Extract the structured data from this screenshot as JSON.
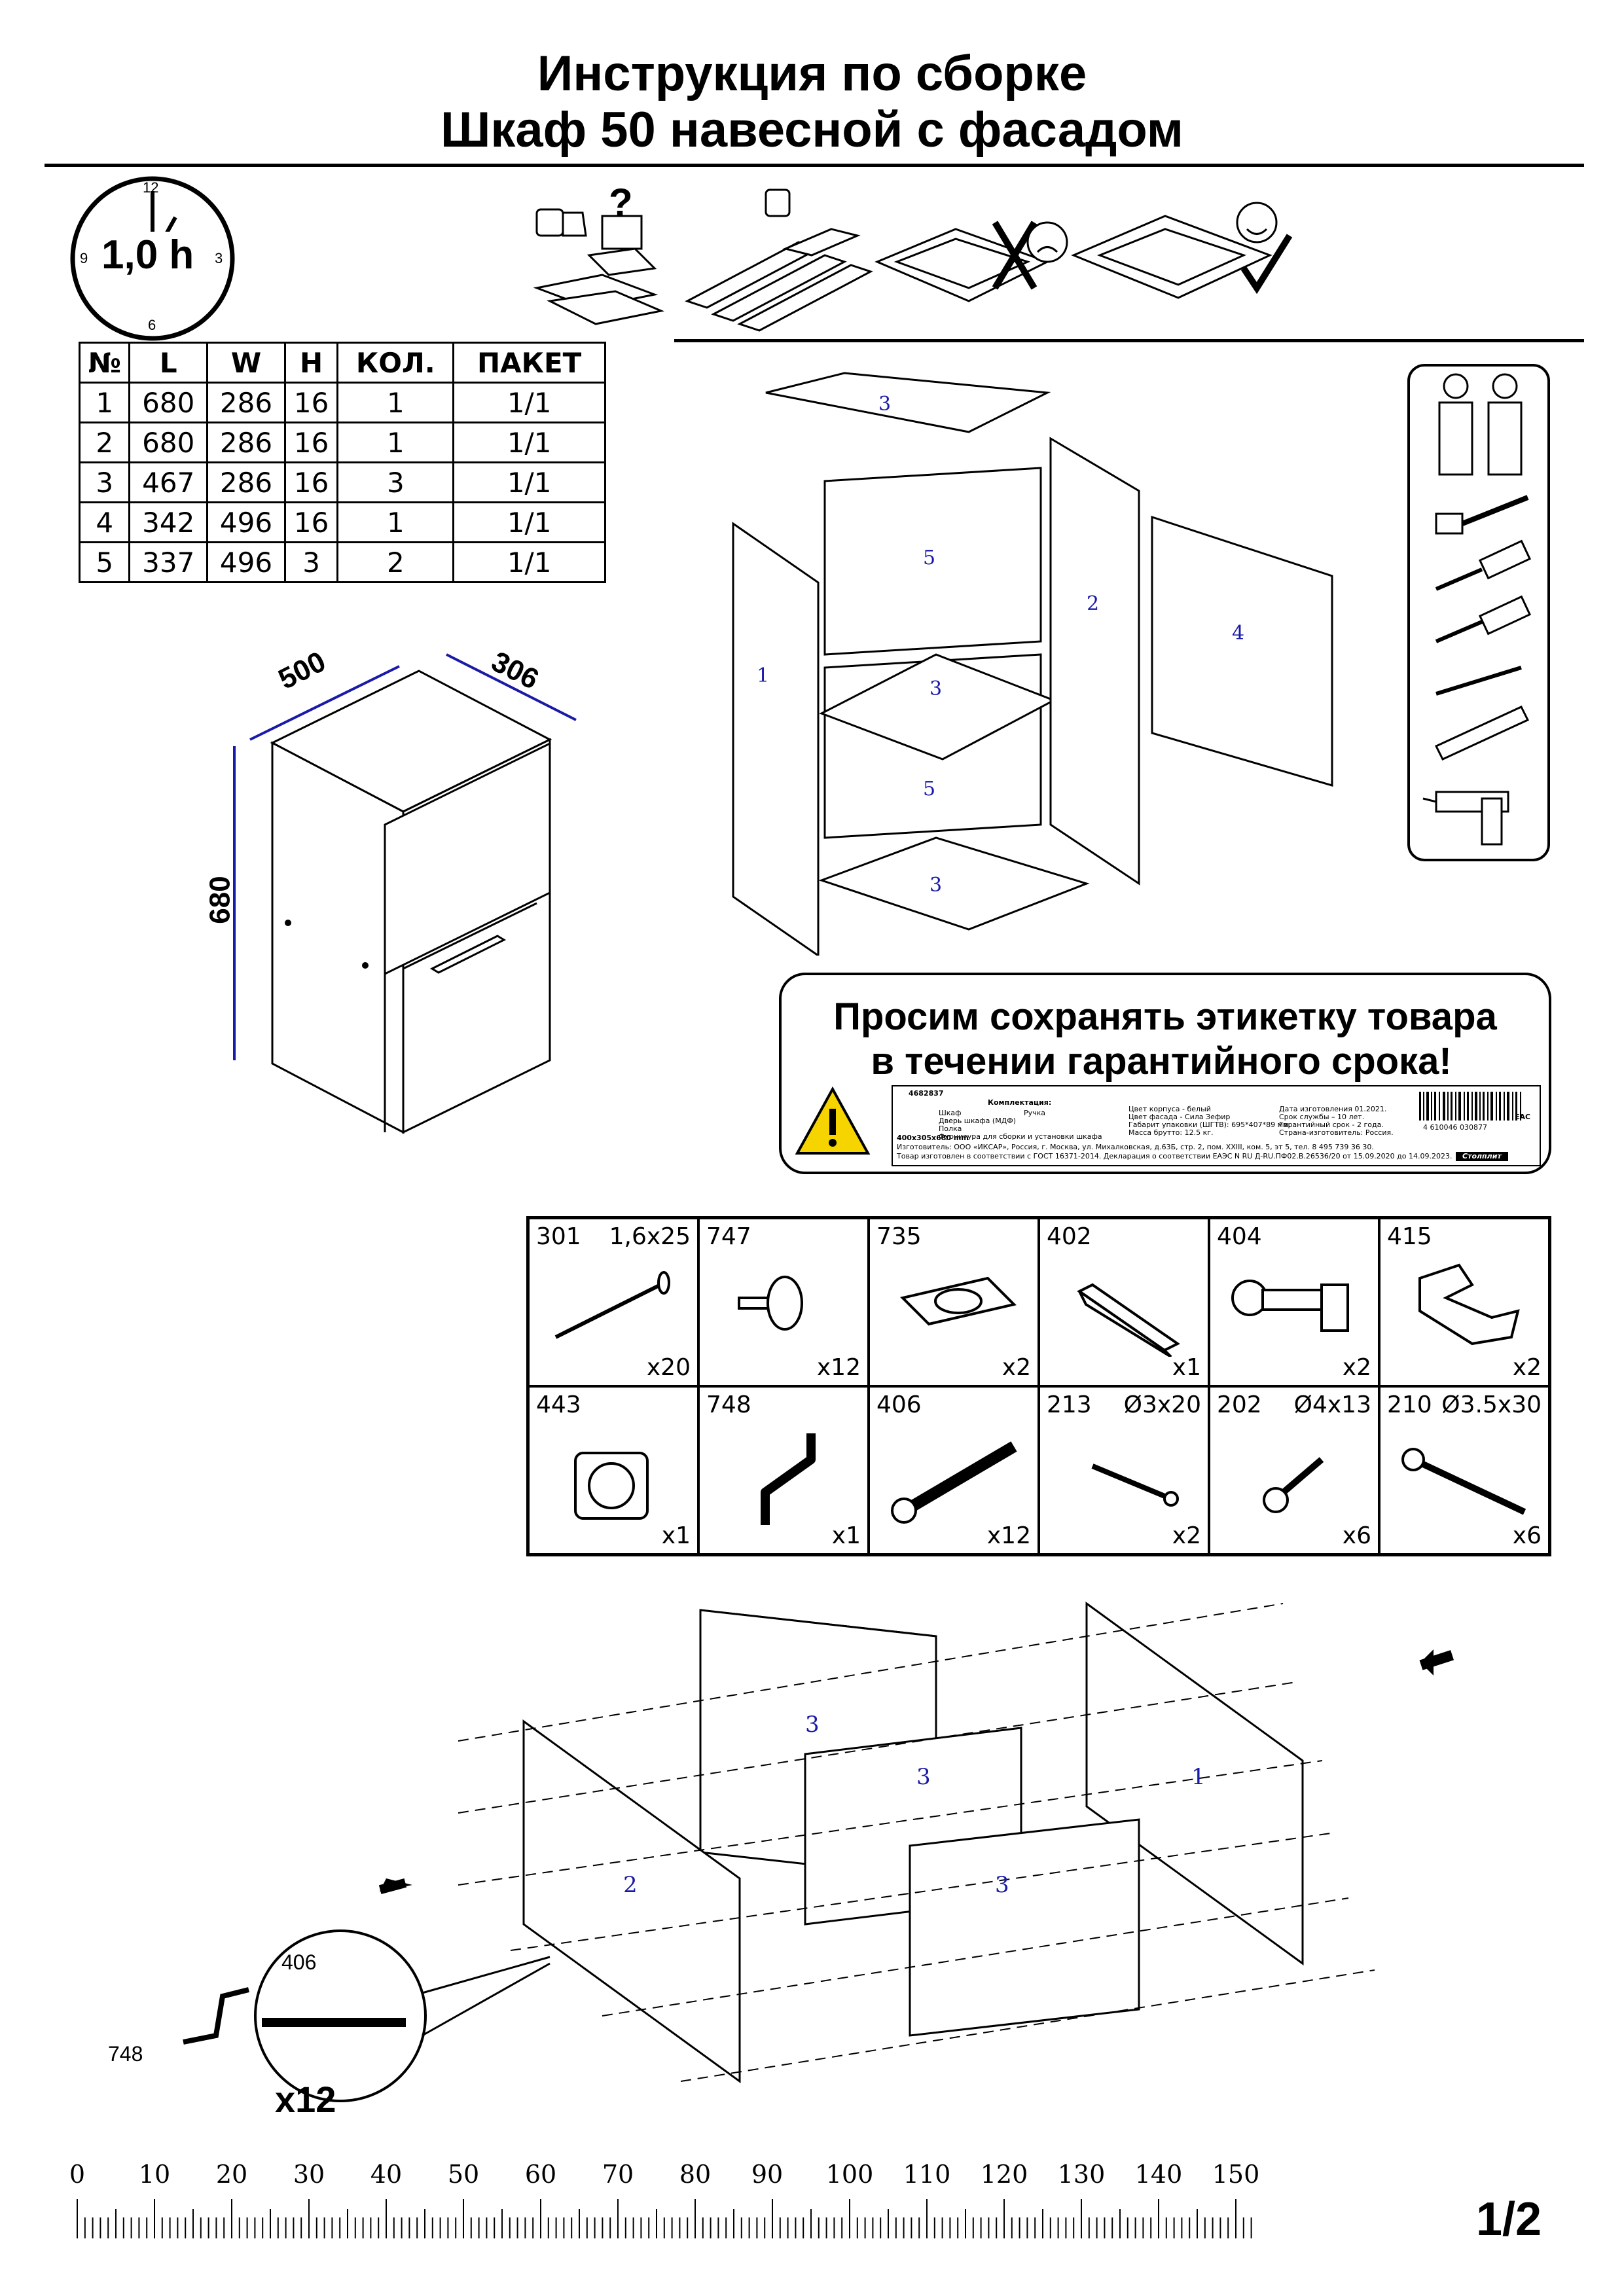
{
  "header": {
    "title_line1": "Инструкция по сборке",
    "title_line2": "Шкаф 50 навесной с фасадом"
  },
  "clock": {
    "time_label": "1,0 h",
    "hour_12": "12",
    "hour_3": "3",
    "hour_6": "6",
    "hour_9": "9"
  },
  "parts_table": {
    "headers": [
      "№",
      "L",
      "W",
      "H",
      "КОЛ.",
      "ПАКЕТ"
    ],
    "rows": [
      [
        "1",
        "680",
        "286",
        "16",
        "1",
        "1/1"
      ],
      [
        "2",
        "680",
        "286",
        "16",
        "1",
        "1/1"
      ],
      [
        "3",
        "467",
        "286",
        "16",
        "3",
        "1/1"
      ],
      [
        "4",
        "342",
        "496",
        "16",
        "1",
        "1/1"
      ],
      [
        "5",
        "337",
        "496",
        "3",
        "2",
        "1/1"
      ]
    ]
  },
  "dimensions": {
    "width": "500",
    "depth": "306",
    "height": "680"
  },
  "exploded_labels": {
    "top": "3",
    "back_upper": "5",
    "back_lower": "5",
    "shelf": "3",
    "bottom": "3",
    "left_side": "1",
    "right_side": "2",
    "door": "4"
  },
  "notice": {
    "line1": "Просим сохранять этикетку товара",
    "line2": "в течении гарантийного срока!",
    "label": {
      "article": "4682837",
      "composition_title": "Комплектация:",
      "composition_items": [
        "Шкаф",
        "Дверь шкафа (МДФ)",
        "Полка",
        "Фурнитура для сборки и установки шкафа"
      ],
      "handle": "Ручка",
      "body_color": "Цвет корпуса - белый",
      "facade_color": "Цвет фасада - Сила Зефир",
      "package_size": "Габарит упаковки (ШГТВ): 695*407*89 мм.",
      "gross_weight": "Масса брутто: 12.5 кг.",
      "production_date": "Дата изготовления 01.2021.",
      "service_life": "Срок службы – 10 лет.",
      "warranty": "Гарантийный срок - 2 года.",
      "origin": "Страна-изготовитель: Россия.",
      "size": "400x305x680 mm",
      "manufacturer": "Изготовитель: ООО «ИКСАР», Россия, г. Москва, ул. Михалковская, д.63Б, стр. 2, пом. XXIII, ком. 5, эт 5, тел. 8 495 739 36 30.",
      "certificate": "Товар изготовлен в соответствии с ГОСТ 16371-2014. Декларация о соответствии ЕАЭС N RU Д-RU.ПФ02.В.26536/20 от 15.09.2020 до 14.09.2023.",
      "barcode": "4 610046 030877",
      "brand": "Столплит",
      "eac": "EAC"
    }
  },
  "hardware": [
    {
      "code": "301",
      "size": "1,6x25",
      "qty": "x20",
      "icon": "nail-icon"
    },
    {
      "code": "747",
      "size": "",
      "qty": "x12",
      "icon": "shelf-pin-icon"
    },
    {
      "code": "735",
      "size": "",
      "qty": "x2",
      "icon": "hanger-bracket-icon"
    },
    {
      "code": "402",
      "size": "",
      "qty": "x1",
      "icon": "handle-icon"
    },
    {
      "code": "404",
      "size": "",
      "qty": "x2",
      "icon": "hinge-icon"
    },
    {
      "code": "415",
      "size": "",
      "qty": "x2",
      "icon": "mounting-plate-icon"
    },
    {
      "code": "443",
      "size": "",
      "qty": "x1",
      "icon": "cap-icon"
    },
    {
      "code": "748",
      "size": "",
      "qty": "x1",
      "icon": "hex-key-icon"
    },
    {
      "code": "406",
      "size": "",
      "qty": "x12",
      "icon": "confirmat-screw-icon"
    },
    {
      "code": "213",
      "size": "Ø3x20",
      "qty": "x2",
      "icon": "screw-icon"
    },
    {
      "code": "202",
      "size": "Ø4x13",
      "qty": "x6",
      "icon": "screw-icon"
    },
    {
      "code": "210",
      "size": "Ø3.5x30",
      "qty": "x6",
      "icon": "screw-icon"
    }
  ],
  "assembly": {
    "panel_left": "2",
    "panel_right": "1",
    "panel_shelf_a": "3",
    "panel_shelf_b": "3",
    "panel_shelf_c": "3",
    "detail_code": "406",
    "detail_tool": "748",
    "detail_qty": "x12"
  },
  "ruler": {
    "labels": [
      "0",
      "10",
      "20",
      "30",
      "40",
      "50",
      "60",
      "70",
      "80",
      "90",
      "100",
      "110",
      "120",
      "130",
      "140",
      "150"
    ]
  },
  "footer": {
    "page": "1/2"
  }
}
